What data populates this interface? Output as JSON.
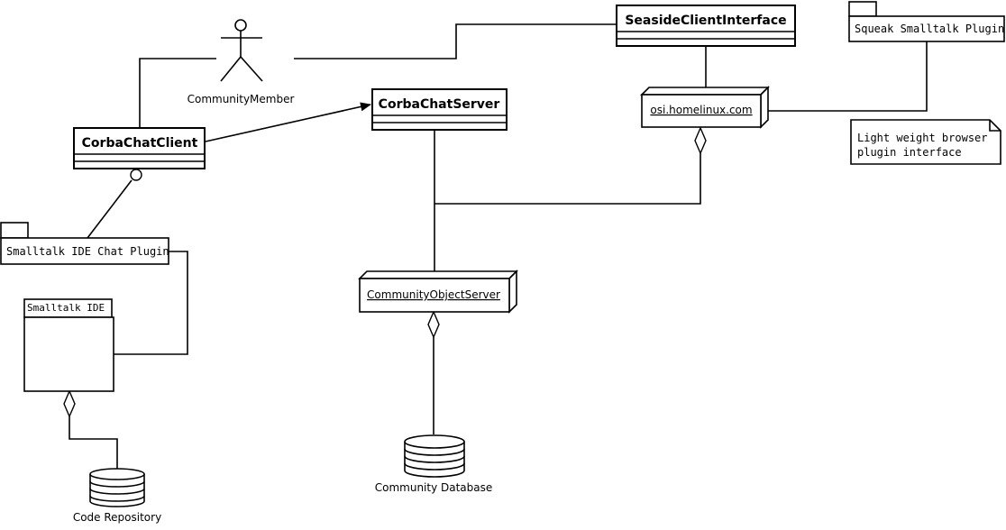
{
  "classes": {
    "seaside_client_interface": "SeasideClientInterface",
    "corba_chat_server": "CorbaChatServer",
    "corba_chat_client": "CorbaChatClient"
  },
  "actor": {
    "community_member": "CommunityMember"
  },
  "nodes": {
    "osi_homelinux": "osi.homelinux.com",
    "community_object_server": "CommunityObjectServer"
  },
  "packages": {
    "squeak_plugin": "Squeak Smalltalk Plugin",
    "smalltalk_ide_chat_plugin": "Smalltalk IDE Chat Plugin",
    "smalltalk_ide": "Smalltalk IDE"
  },
  "note": {
    "line1": "Light weight browser",
    "line2": "plugin interface"
  },
  "databases": {
    "community_database": "Community Database",
    "code_repository": "Code Repository"
  }
}
